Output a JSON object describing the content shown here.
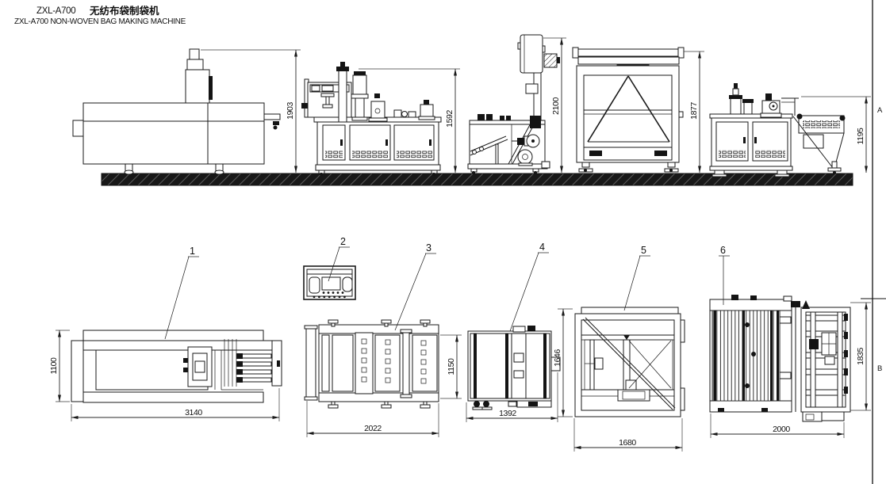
{
  "title": {
    "model": "ZXL-A700",
    "zh": "无纺布袋制袋机",
    "en": "ZXL-A700 NON-WOVEN BAG MAKING MACHINE"
  },
  "sheet": {
    "zone_a": "A",
    "zone_b": "B"
  },
  "dims": {
    "elevation": {
      "m1": "1903",
      "m2": "1592",
      "m3": "2100",
      "m4": "1877",
      "m5": "1195"
    },
    "plan": {
      "v1_depth": "1100",
      "v1_width": "3140",
      "v3_depth": "1150",
      "v3_width": "2022",
      "v4_width": "1392",
      "v5_depth": "1646",
      "v5_width": "1680",
      "v6_depth": "1835",
      "v6_width": "2000"
    }
  },
  "labels": {
    "v1": "1",
    "v2": "2",
    "v3": "3",
    "v4": "4",
    "v5": "5",
    "v6": "6"
  },
  "colors": {
    "line": "#1a1a1a",
    "ground": "#181818",
    "background": "#ffffff"
  }
}
